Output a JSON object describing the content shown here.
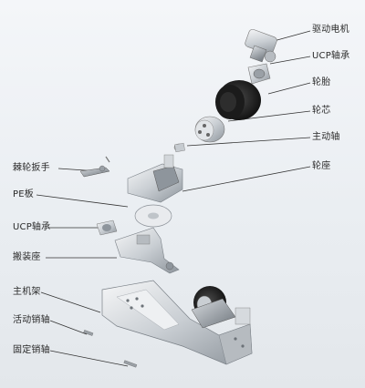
{
  "labels": {
    "drive_motor": "驱动电机",
    "ucp_bearing_right": "UCP轴承",
    "tire": "轮胎",
    "wheel_core": "轮芯",
    "main_shaft": "主动轴",
    "wheel_seat": "轮座",
    "ratchet_wrench": "棘轮扳手",
    "pe_plate": "PE板",
    "ucp_bearing_left": "UCP轴承",
    "mount_base": "搬装座",
    "main_frame": "主机架",
    "movable_pin": "活动销轴",
    "fixed_pin": "固定销轴"
  }
}
